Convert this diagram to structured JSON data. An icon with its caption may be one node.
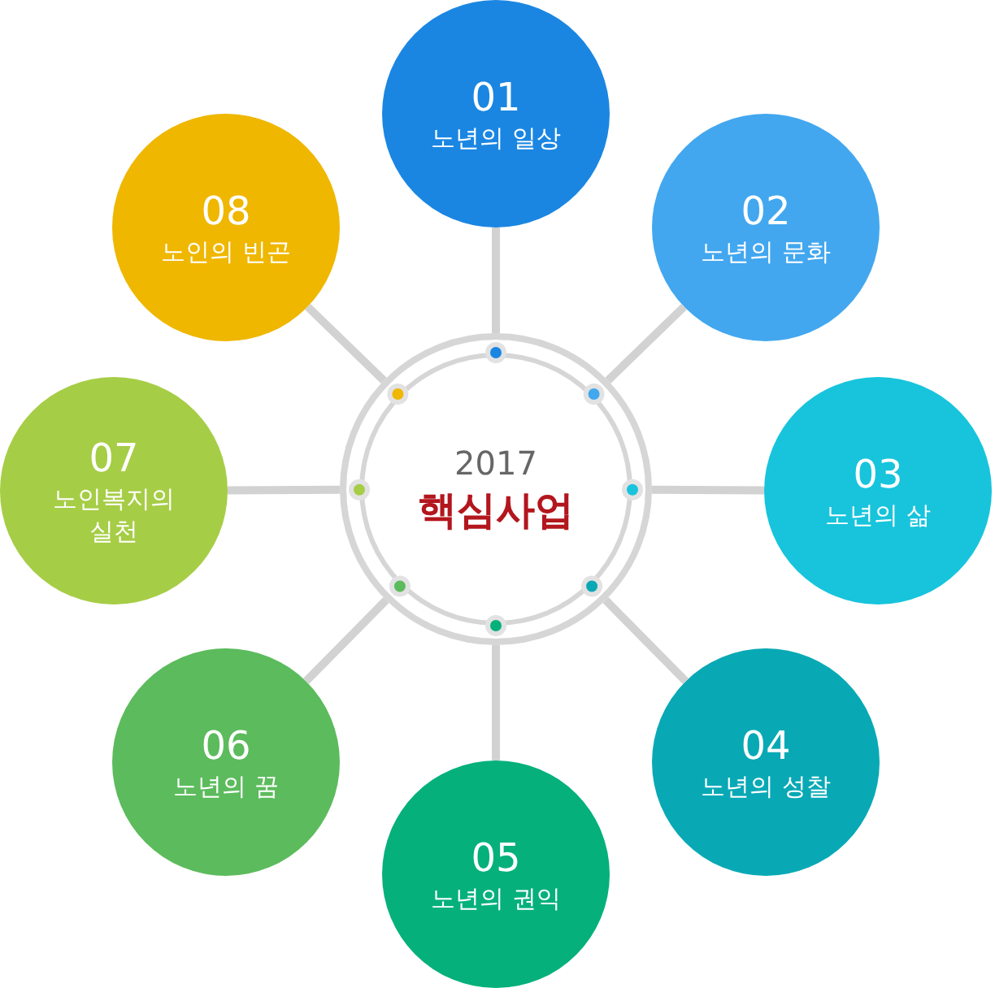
{
  "diagram": {
    "nodes": [
      {
        "text": [
          "2017",
          "핵심사업"
        ]
      },
      {
        "text": [
          "01",
          "노년의 일상"
        ]
      },
      {
        "text": [
          "02",
          "노년의 문화"
        ]
      },
      {
        "text": [
          "03",
          "노년의 삶"
        ]
      },
      {
        "text": [
          "04",
          "노년의 성찰"
        ]
      },
      {
        "text": [
          "05",
          "노년의 권익"
        ]
      },
      {
        "text": [
          "06",
          "노년의 꿈"
        ]
      },
      {
        "text": [
          "07",
          "노인복지의 실천"
        ]
      },
      {
        "text": [
          "08",
          "노인의 빈곤"
        ]
      }
    ],
    "edges": [
      {
        "from": 0,
        "to": 1,
        "arrow": "none"
      },
      {
        "from": 0,
        "to": 2,
        "arrow": "none"
      },
      {
        "from": 0,
        "to": 3,
        "arrow": "none"
      },
      {
        "from": 0,
        "to": 4,
        "arrow": "none"
      },
      {
        "from": 0,
        "to": 5,
        "arrow": "none"
      },
      {
        "from": 0,
        "to": 6,
        "arrow": "none"
      },
      {
        "from": 0,
        "to": 7,
        "arrow": "none"
      },
      {
        "from": 0,
        "to": 8,
        "arrow": "none"
      }
    ]
  }
}
